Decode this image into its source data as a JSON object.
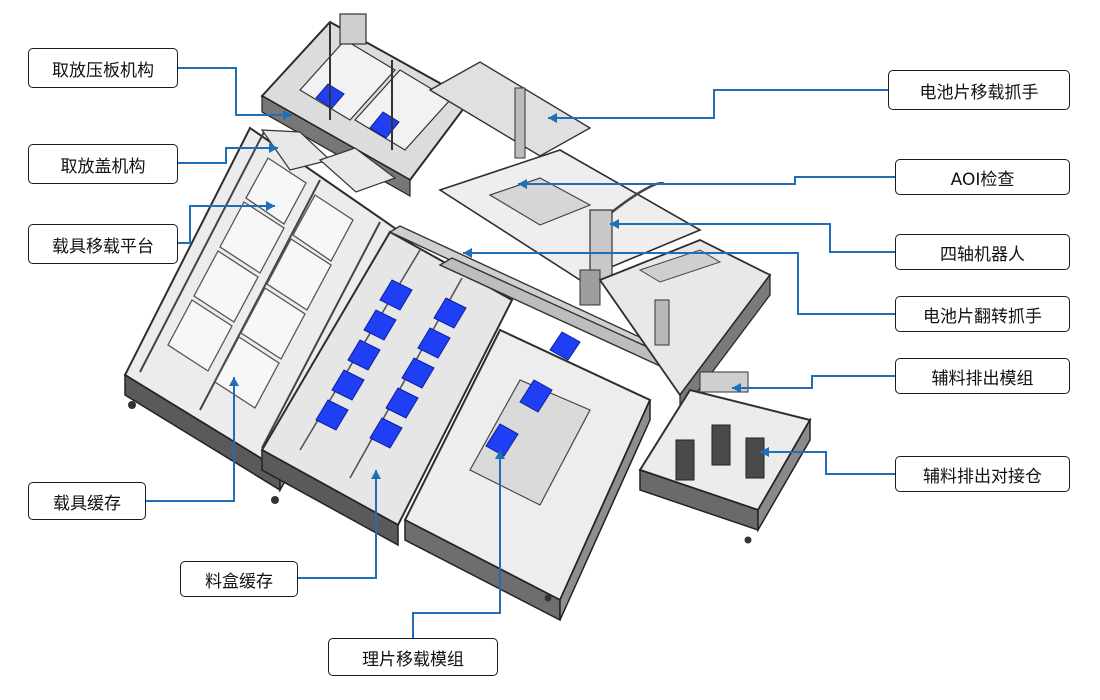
{
  "diagram": {
    "labels": [
      "取放压板机构",
      "取放盖机构",
      "载具移载平台",
      "载具缓存",
      "料盒缓存",
      "理片移载模组",
      "电池片移载抓手",
      "AOI检查",
      "四轴机器人",
      "电池片翻转抓手",
      "辅料排出模组",
      "辅料排出对接仓"
    ]
  },
  "colors": {
    "leader_line": "#1e6fb5",
    "panel_blue": "#1f3ff5",
    "frame_dark": "#3a3a3a",
    "frame_light": "#e4e4e4"
  }
}
